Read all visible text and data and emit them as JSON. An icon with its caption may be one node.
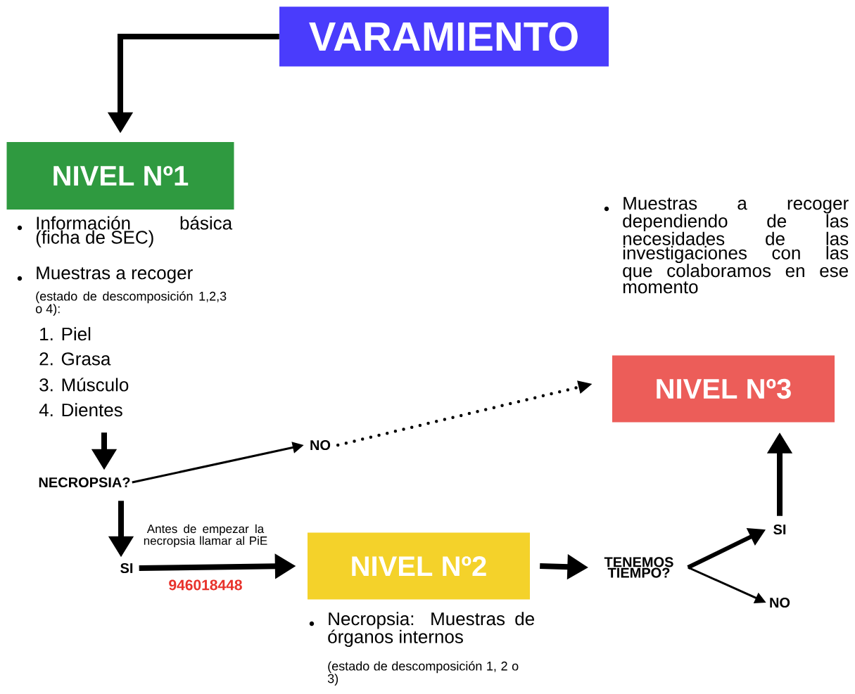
{
  "diagram": {
    "nodes": [
      {
        "text": [
          "VARAMIENTO"
        ]
      },
      {
        "text": [
          "NIVEL Nº1"
        ],
        "beside": [
          "Información básica (ficha de SEC)",
          "Muestras a recoger",
          "(estado de descomposición 1,2,3 o 4):",
          "1. Piel",
          "2. Grasa",
          "3. Músculo",
          "4. Dientes"
        ]
      },
      {
        "text": [
          "NECROPSIA?"
        ]
      },
      {
        "text": [
          "NO"
        ]
      },
      {
        "text": [
          "SI"
        ]
      },
      {
        "text": [
          "NIVEL Nº2"
        ],
        "beside": [
          "Necropsia: Muestras de órganos internos",
          "(estado de descomposición 1, 2 o 3)"
        ]
      },
      {
        "text": [
          "NIVEL Nº3"
        ],
        "beside": [
          "Muestras a recoger dependiendo de las necesidades de las investigaciones con las que colaboramos en ese momento"
        ]
      },
      {
        "text": [
          "TENEMOS TIEMPO?"
        ]
      },
      {
        "text": [
          "SI"
        ]
      },
      {
        "text": [
          "NO"
        ]
      }
    ],
    "edges": [
      {
        "from": 0,
        "to": 1,
        "arrow": "to"
      },
      {
        "from": 1,
        "to": 2,
        "arrow": "to"
      },
      {
        "from": 2,
        "to": 3,
        "arrow": "to"
      },
      {
        "from": 3,
        "to": 6,
        "arrow": "to",
        "style": "dashed"
      },
      {
        "from": 2,
        "to": 4,
        "arrow": "to"
      },
      {
        "from": 4,
        "to": 5,
        "arrow": "to",
        "label": "Antes de empezar la necropsia llamar al PiE"
      },
      {
        "from": 5,
        "to": 7,
        "arrow": "to"
      },
      {
        "from": 7,
        "to": 8,
        "arrow": "to"
      },
      {
        "from": 7,
        "to": 9,
        "arrow": "to"
      },
      {
        "from": 8,
        "to": 6,
        "arrow": "to"
      }
    ],
    "labels": [
      "946018448"
    ]
  }
}
